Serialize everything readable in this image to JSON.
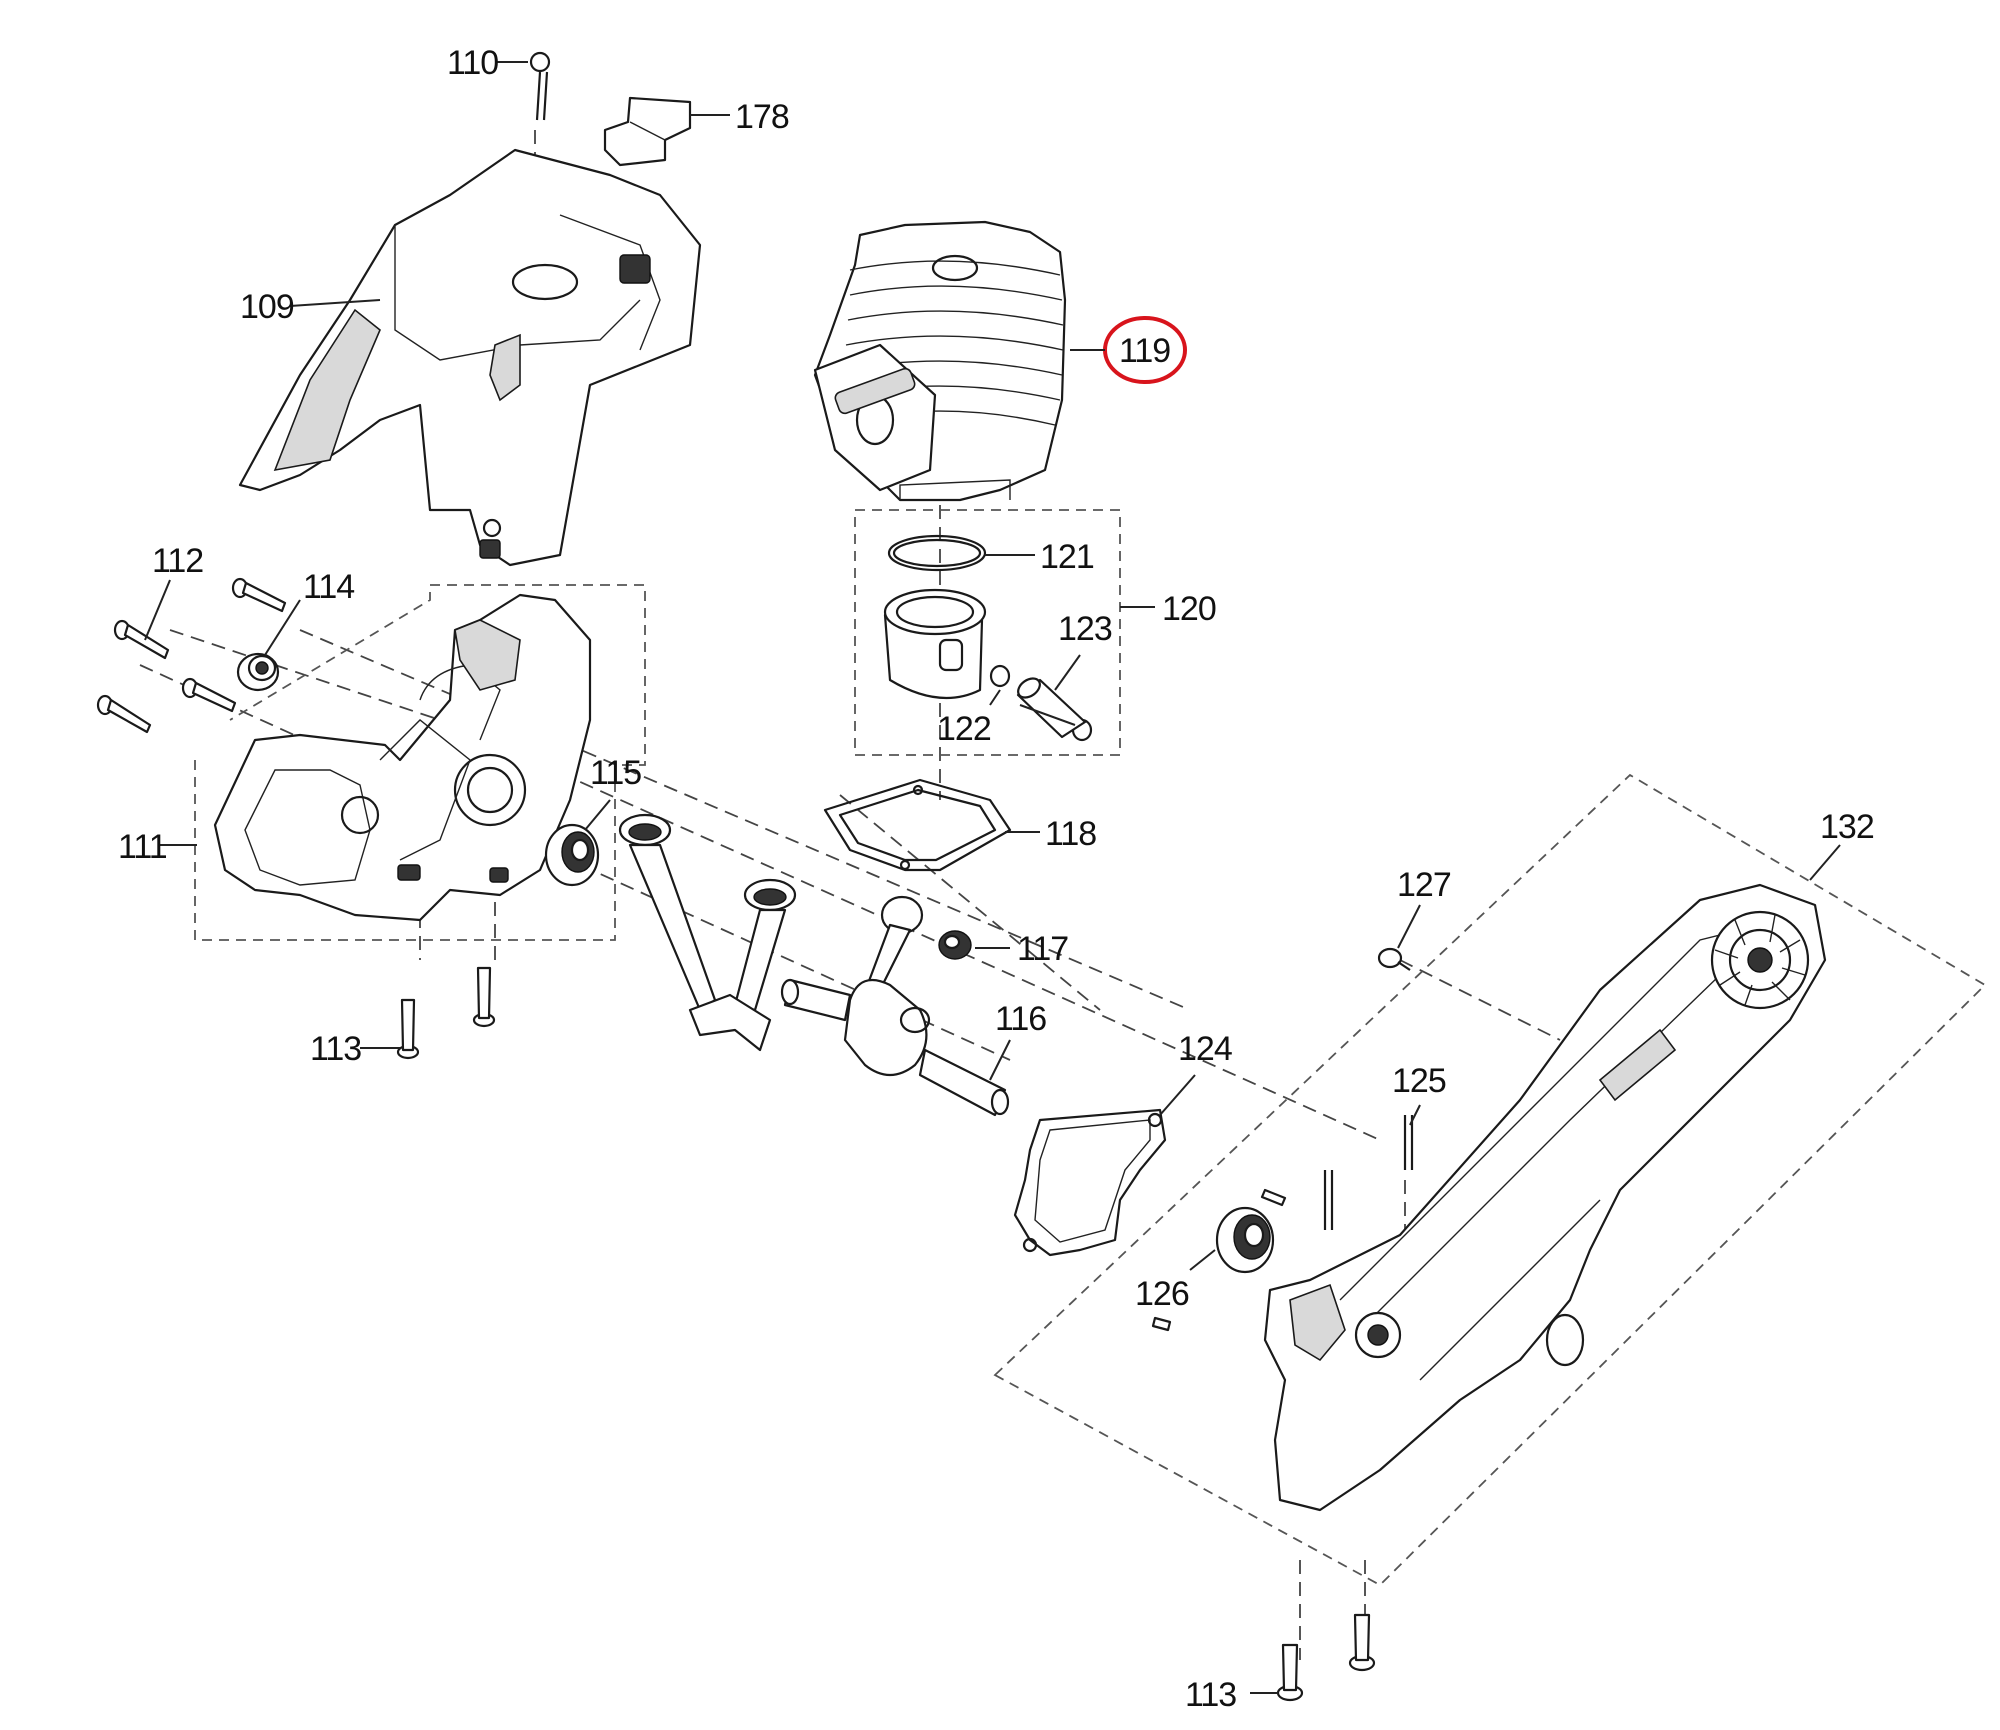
{
  "callouts": [
    {
      "id": "110",
      "text": "110"
    },
    {
      "id": "178",
      "text": "178"
    },
    {
      "id": "109",
      "text": "109"
    },
    {
      "id": "119",
      "text": "119"
    },
    {
      "id": "121",
      "text": "121"
    },
    {
      "id": "120",
      "text": "120"
    },
    {
      "id": "123",
      "text": "123"
    },
    {
      "id": "122",
      "text": "122"
    },
    {
      "id": "112",
      "text": "112"
    },
    {
      "id": "114",
      "text": "114"
    },
    {
      "id": "115",
      "text": "115"
    },
    {
      "id": "111",
      "text": "111"
    },
    {
      "id": "118",
      "text": "118"
    },
    {
      "id": "117",
      "text": "117"
    },
    {
      "id": "116",
      "text": "116"
    },
    {
      "id": "113a",
      "text": "113"
    },
    {
      "id": "132",
      "text": "132"
    },
    {
      "id": "127",
      "text": "127"
    },
    {
      "id": "124",
      "text": "124"
    },
    {
      "id": "125",
      "text": "125"
    },
    {
      "id": "126",
      "text": "126"
    },
    {
      "id": "113b",
      "text": "113"
    }
  ],
  "highlight": {
    "target": "119",
    "color": "#d8141c"
  },
  "colors": {
    "line": "#1a1a1a",
    "highlight": "#d8141c",
    "background": "#ffffff"
  }
}
